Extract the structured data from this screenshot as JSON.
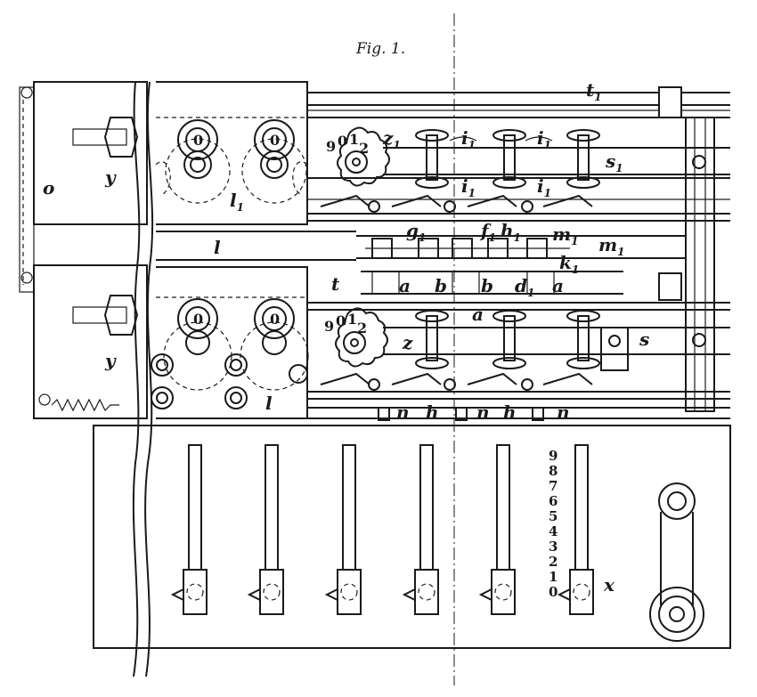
{
  "figure": {
    "caption": "Fig. 1.",
    "labels": {
      "t1": {
        "main": "t",
        "sub": "1"
      },
      "i1a": {
        "main": "i",
        "sub": "1"
      },
      "i1b": {
        "main": "i",
        "sub": "1"
      },
      "i1c": {
        "main": "i",
        "sub": "1"
      },
      "i1d": {
        "main": "i",
        "sub": "1"
      },
      "z1": {
        "main": "z",
        "sub": "1"
      },
      "s1": {
        "main": "s",
        "sub": "1"
      },
      "o": {
        "main": "o"
      },
      "y_top": {
        "main": "y"
      },
      "y_bot": {
        "main": "y"
      },
      "l1": {
        "main": "l",
        "sub": "1"
      },
      "l_mid": {
        "main": "l"
      },
      "l_lower": {
        "main": "l"
      },
      "t": {
        "main": "t"
      },
      "g1": {
        "main": "g",
        "sub": "1"
      },
      "f1": {
        "main": "f",
        "sub": "1"
      },
      "h1": {
        "main": "h",
        "sub": "1"
      },
      "m1a": {
        "main": "m",
        "sub": "1"
      },
      "m1b": {
        "main": "m",
        "sub": "1"
      },
      "k1": {
        "main": "k",
        "sub": "1"
      },
      "d1": {
        "main": "d",
        "sub": "1"
      },
      "a1": {
        "main": "a"
      },
      "a2": {
        "main": "a"
      },
      "a3": {
        "main": "a"
      },
      "b1": {
        "main": "b"
      },
      "b2": {
        "main": "b"
      },
      "z": {
        "main": "z"
      },
      "s": {
        "main": "s"
      },
      "n1": {
        "main": "n"
      },
      "n2": {
        "main": "n"
      },
      "n3": {
        "main": "n"
      },
      "h_a": {
        "main": "h"
      },
      "h_b": {
        "main": "h"
      },
      "x": {
        "main": "x"
      }
    },
    "dial_top": [
      "9",
      "0",
      "1",
      "2"
    ],
    "dial_bottom": [
      "9",
      "0",
      "1",
      "2"
    ],
    "display_digits": [
      "0",
      "0",
      "0",
      "0"
    ],
    "scale": [
      "9",
      "8",
      "7",
      "6",
      "5",
      "4",
      "3",
      "2",
      "1",
      "0"
    ]
  }
}
